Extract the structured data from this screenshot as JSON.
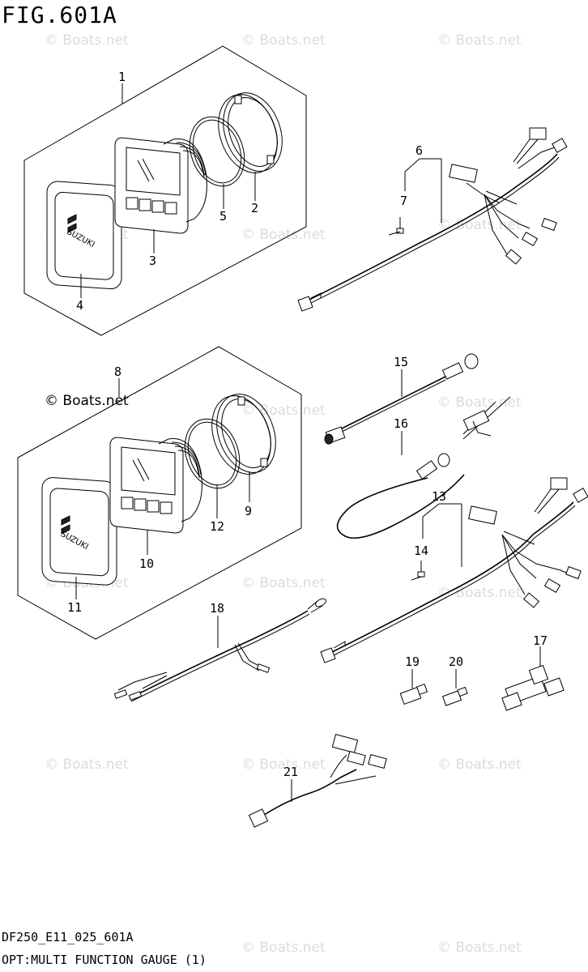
{
  "figure_title": "FIG.601A",
  "footer": {
    "code": "DF250_E11_025_601A",
    "caption": "OPT:MULTI FUNCTION GAUGE (1)"
  },
  "watermark": "© Boats.net",
  "callouts": {
    "c1": "1",
    "c2": "2",
    "c3": "3",
    "c4": "4",
    "c5": "5",
    "c6": "6",
    "c7": "7",
    "c8": "8",
    "c9": "9",
    "c10": "10",
    "c11": "11",
    "c12": "12",
    "c13": "13",
    "c14": "14",
    "c15": "15",
    "c16": "16",
    "c17": "17",
    "c18": "18",
    "c19": "19",
    "c20": "20",
    "c21": "21"
  },
  "bezel_brand": "SUZUKI"
}
